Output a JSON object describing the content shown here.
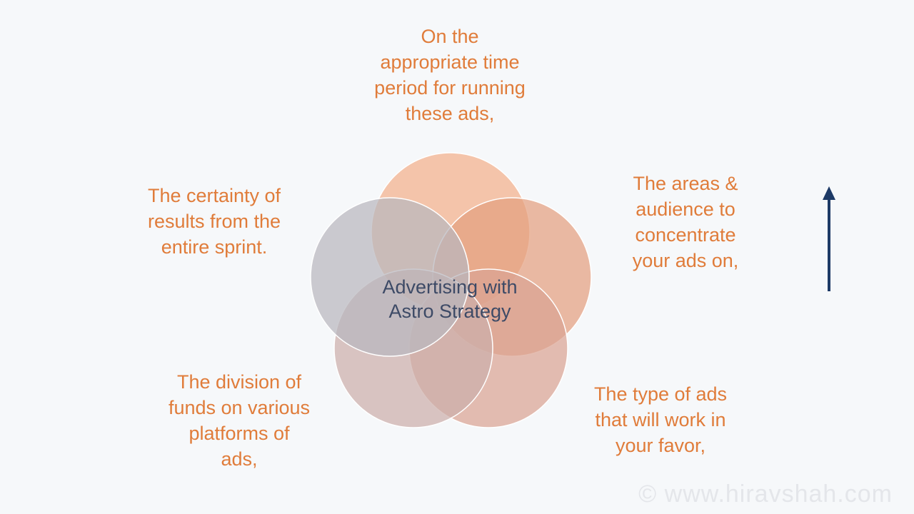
{
  "diagram": {
    "center": "Advertising with\nAstro Strategy",
    "items": [
      {
        "text": "On the\nappropriate time\nperiod for running\nthese ads,",
        "color": "#f3b08a"
      },
      {
        "text": "The areas &\naudience to\nconcentrate\nyour ads on,",
        "color": "#e39f80"
      },
      {
        "text": "The type of ads\nthat will work in\nyour favor,",
        "color": "#d9a393"
      },
      {
        "text": "The division of\nfunds on various\nplatforms of\nads,",
        "color": "#ccafaa"
      },
      {
        "text": "The certainty of\nresults from the\nentire sprint.",
        "color": "#b9b7be"
      }
    ]
  },
  "colors": {
    "label": "#e07c3a",
    "center_text": "#3d4a66",
    "arrow": "#1d3a66",
    "background": "#f6f8fa"
  },
  "watermark": "© www.hiravshah.com"
}
